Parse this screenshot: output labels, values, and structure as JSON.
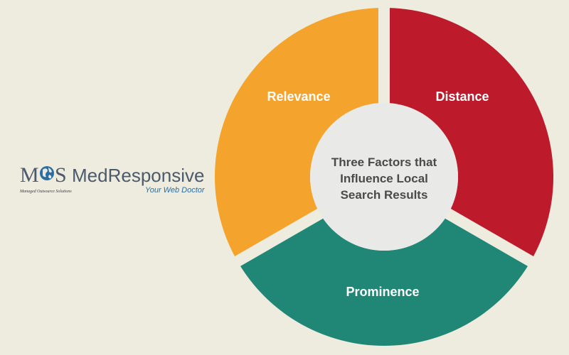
{
  "colors": {
    "background": "#eeecdf",
    "relevance": "#f4a42c",
    "distance": "#bd1b2c",
    "prominence": "#208676",
    "center": "#e9e9e7",
    "center_text": "#4a4a4a",
    "segment_text": "#ffffff",
    "logo_text": "#4c5a6c",
    "logo_accent": "#2b6ea3"
  },
  "logo": {
    "mark": "M S",
    "subtitle": "Managed Outsource Solutions",
    "name": "MedResponsive",
    "tagline": "Your Web Doctor",
    "icon": "globe-icon"
  },
  "diagram": {
    "center_lines": [
      "Three Factors that",
      "Influence Local",
      "Search Results"
    ],
    "segments": [
      {
        "label": "Relevance",
        "color_key": "relevance"
      },
      {
        "label": "Distance",
        "color_key": "distance"
      },
      {
        "label": "Prominence",
        "color_key": "prominence"
      }
    ]
  }
}
